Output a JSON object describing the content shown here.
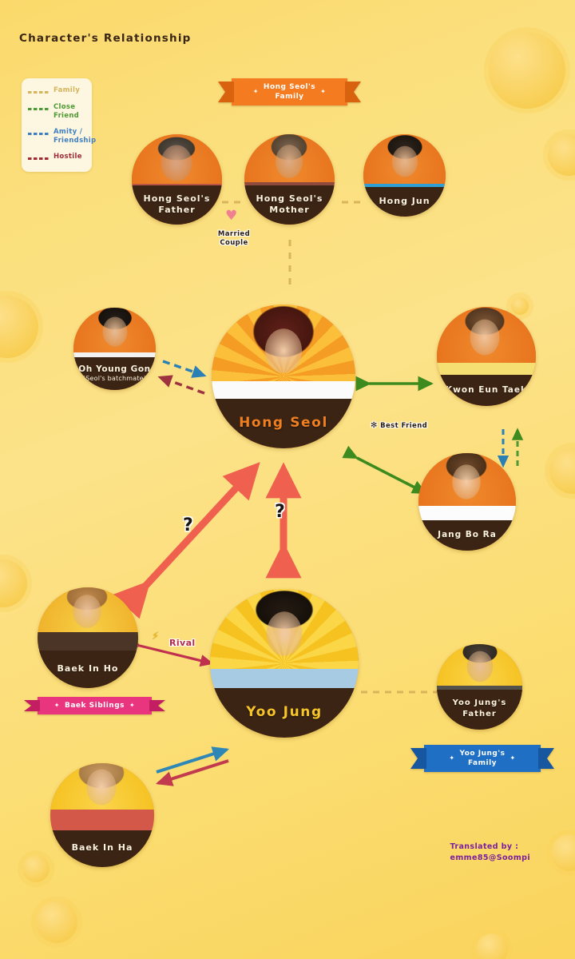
{
  "title": "Character's Relationship",
  "credits": {
    "line1": "Translated by :",
    "line2": "emme85@Soompi",
    "color": "#7b1f9e"
  },
  "legend": {
    "items": [
      {
        "label": "Family",
        "color": "#d6b45e"
      },
      {
        "label": "Close\nFriend",
        "color": "#4e9a35"
      },
      {
        "label": "Amity /\nFriendship",
        "color": "#3f7fc1"
      },
      {
        "label": "Hostile",
        "color": "#9e2b35"
      }
    ]
  },
  "banners": [
    {
      "id": "hong-seol-family",
      "text": "Hong Seol's\nFamily",
      "color": "#f47b20",
      "spark": "✦"
    },
    {
      "id": "baek-siblings",
      "text": "Baek Siblings",
      "color": "#e8357d",
      "spark": "✦"
    },
    {
      "id": "yoo-jung-family",
      "text": "Yoo Jung's\nFamily",
      "color": "#1f6fc4",
      "spark": "✦"
    }
  ],
  "nodes": [
    {
      "id": "hong-seols-father",
      "name": "Hong Seol's\nFather",
      "sub": ""
    },
    {
      "id": "hong-seols-mother",
      "name": "Hong Seol's\nMother",
      "sub": ""
    },
    {
      "id": "hong-jun",
      "name": "Hong Jun",
      "sub": ""
    },
    {
      "id": "oh-young-gon",
      "name": "Oh Young Gon",
      "sub": "(Seol's batchmate)"
    },
    {
      "id": "hong-seol",
      "name": "Hong Seol",
      "sub": ""
    },
    {
      "id": "kwon-eun-taek",
      "name": "Kwon Eun Taek",
      "sub": ""
    },
    {
      "id": "jang-bo-ra",
      "name": "Jang Bo Ra",
      "sub": ""
    },
    {
      "id": "baek-in-ho",
      "name": "Baek In Ho",
      "sub": ""
    },
    {
      "id": "yoo-jung",
      "name": "Yoo Jung",
      "sub": ""
    },
    {
      "id": "yoo-jungs-father",
      "name": "Yoo Jung's\nFather",
      "sub": ""
    },
    {
      "id": "baek-in-ha",
      "name": "Baek In Ha",
      "sub": ""
    }
  ],
  "edge_labels": [
    {
      "id": "married-couple",
      "text": "Married\nCouple",
      "color": "#2b1b0e",
      "icon": "♥"
    },
    {
      "id": "best-friend",
      "text": "Best Friend",
      "color": "#2b1b0e",
      "icon": "✻"
    },
    {
      "id": "rival",
      "text": "Rival",
      "color": "#b8294a",
      "icon": "⚡"
    },
    {
      "id": "question-left",
      "text": "?",
      "color": "#1c1410"
    },
    {
      "id": "question-mid",
      "text": "?",
      "color": "#1c1410"
    }
  ],
  "relationships": [
    {
      "from": "hong-seols-father",
      "to": "hong-seols-mother",
      "type": "Family",
      "style": "dashed",
      "arrows": "none"
    },
    {
      "from": "hong-seols-mother",
      "to": "hong-jun",
      "type": "Family",
      "style": "dashed",
      "arrows": "none"
    },
    {
      "from": "hong-seols-mother",
      "to": "hong-seol",
      "type": "Family",
      "style": "dashed",
      "arrows": "none"
    },
    {
      "from": "oh-young-gon",
      "to": "hong-seol",
      "type": "Amity / Friendship",
      "style": "dashed",
      "arrows": "forward"
    },
    {
      "from": "hong-seol",
      "to": "oh-young-gon",
      "type": "Hostile",
      "style": "dashed",
      "arrows": "forward"
    },
    {
      "from": "hong-seol",
      "to": "kwon-eun-taek",
      "type": "Close Friend",
      "style": "solid",
      "arrows": "both"
    },
    {
      "from": "hong-seol",
      "to": "jang-bo-ra",
      "type": "Close Friend",
      "style": "solid",
      "arrows": "both"
    },
    {
      "from": "jang-bo-ra",
      "to": "kwon-eun-taek",
      "type": "Amity / Friendship",
      "style": "dashed",
      "arrows": "forward"
    },
    {
      "from": "kwon-eun-taek",
      "to": "jang-bo-ra",
      "type": "Close Friend",
      "style": "dashed",
      "arrows": "forward"
    },
    {
      "from": "baek-in-ho",
      "to": "hong-seol",
      "type": "Unknown",
      "style": "solid",
      "arrows": "both"
    },
    {
      "from": "yoo-jung",
      "to": "hong-seol",
      "type": "Unknown",
      "style": "solid",
      "arrows": "both"
    },
    {
      "from": "baek-in-ho",
      "to": "yoo-jung",
      "type": "Rival",
      "style": "solid",
      "arrows": "both"
    },
    {
      "from": "yoo-jung",
      "to": "yoo-jungs-father",
      "type": "Family",
      "style": "dashed",
      "arrows": "none"
    },
    {
      "from": "baek-in-ha",
      "to": "yoo-jung",
      "type": "Amity / Friendship",
      "style": "solid",
      "arrows": "forward"
    },
    {
      "from": "yoo-jung",
      "to": "baek-in-ha",
      "type": "Hostile",
      "style": "solid",
      "arrows": "forward"
    }
  ]
}
